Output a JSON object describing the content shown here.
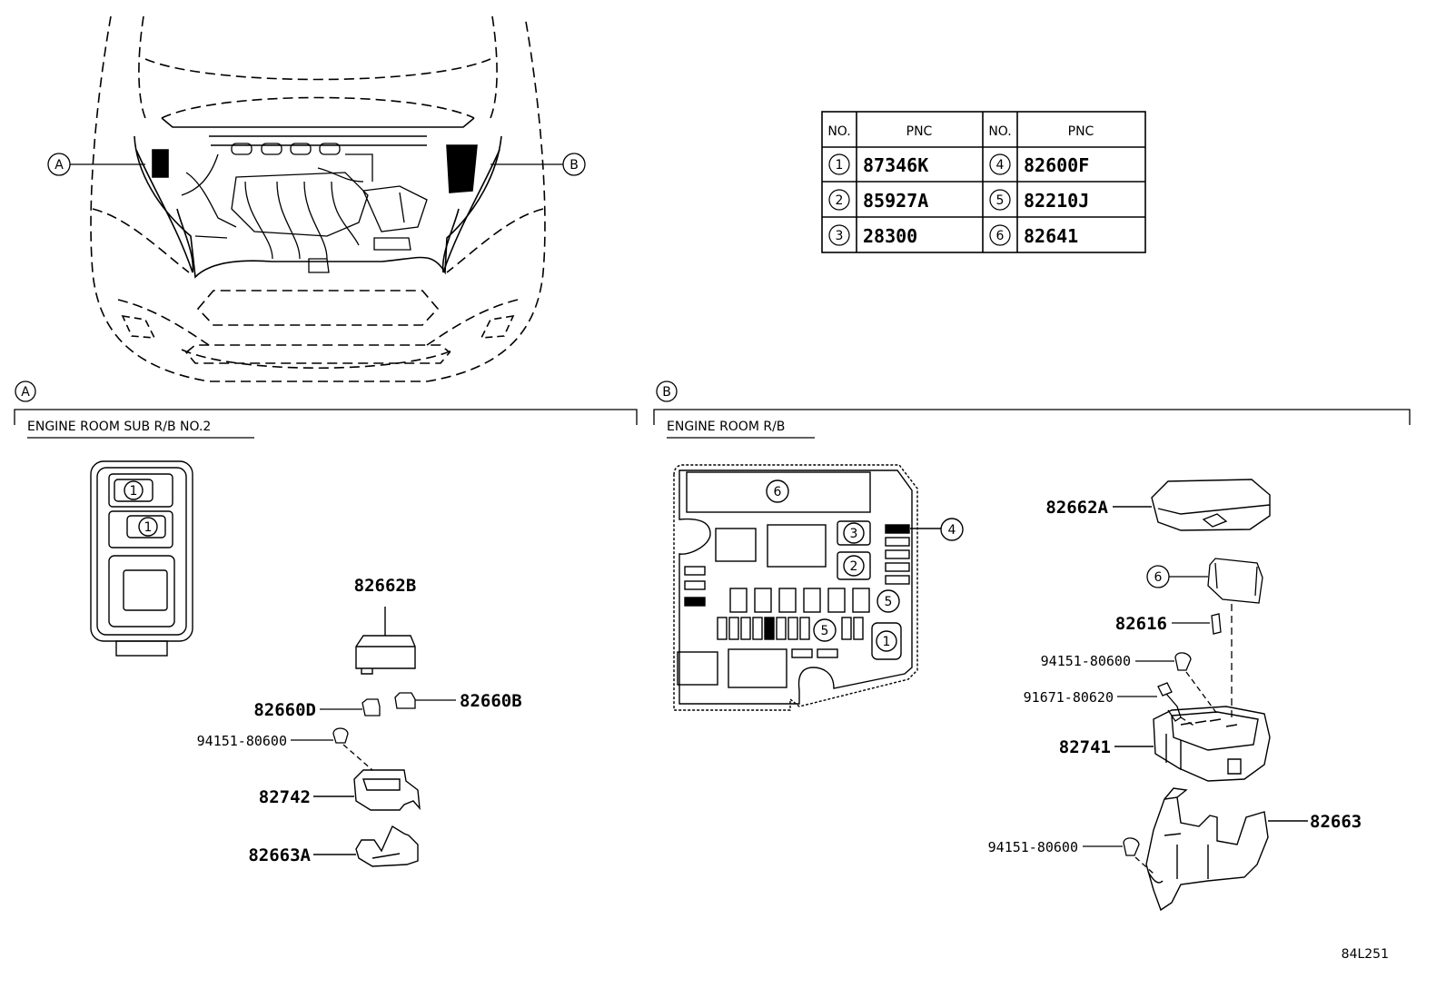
{
  "table": {
    "col_no": "NO.",
    "col_pnc": "PNC",
    "rows": [
      {
        "no": "1",
        "pnc": "87346K"
      },
      {
        "no": "2",
        "pnc": "85927A"
      },
      {
        "no": "3",
        "pnc": "28300"
      },
      {
        "no": "4",
        "pnc": "82600F"
      },
      {
        "no": "5",
        "pnc": "82210J"
      },
      {
        "no": "6",
        "pnc": "82641"
      }
    ]
  },
  "locators": {
    "a": "A",
    "b": "B"
  },
  "sections": {
    "a_title": "ENGINE ROOM SUB R/B NO.2",
    "b_title": "ENGINE ROOM R/B"
  },
  "section_a_parts": {
    "p1": "82662B",
    "p2": "82660D",
    "p3": "82660B",
    "p4": "94151-80600",
    "p5": "82742",
    "p6": "82663A"
  },
  "section_a_callouts": {
    "c1": "1",
    "c2": "1"
  },
  "section_b_callouts": {
    "c6": "6",
    "c3": "3",
    "c2": "2",
    "c5a": "5",
    "c5b": "5",
    "c1": "1",
    "c4": "4",
    "c6b": "6"
  },
  "section_b_parts": {
    "p1": "82662A",
    "p2": "82616",
    "p3": "94151-80600",
    "p4": "91671-80620",
    "p5": "82741",
    "p6": "82663",
    "p7": "94151-80600"
  },
  "figure_code": "84L251"
}
